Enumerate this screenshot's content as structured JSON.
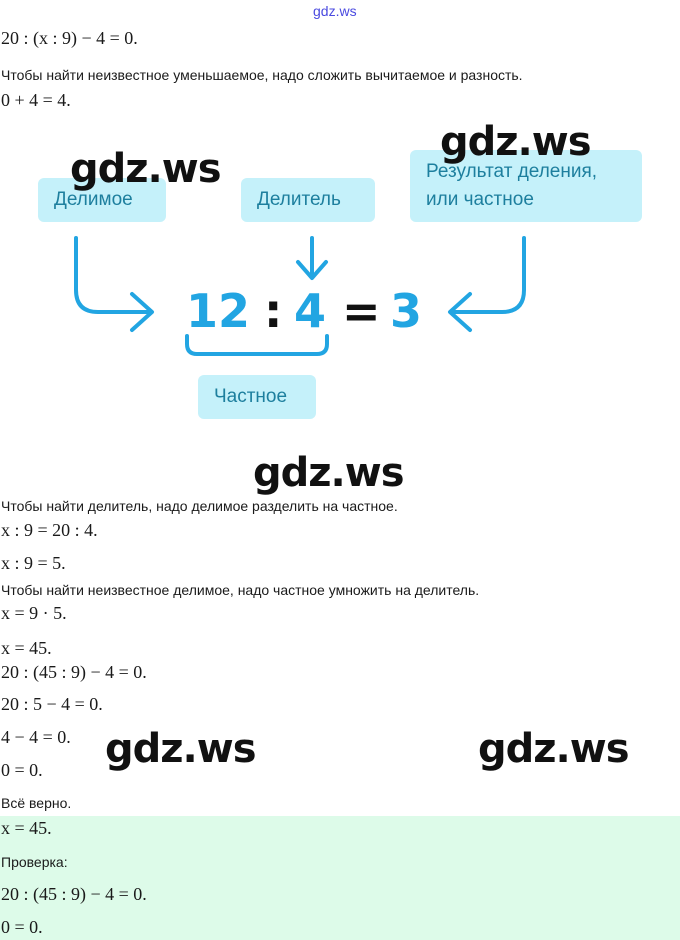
{
  "site_label": "gdz.ws",
  "watermark": "gdz.ws",
  "lines_top": [
    "20 : (x : 9) − 4 = 0.",
    "Чтобы найти неизвестное уменьшаемое, надо сложить вычитаемое и разность.",
    "0 + 4 = 4."
  ],
  "diagram": {
    "dividend": "Делимое",
    "divisor": "Делитель",
    "result": "Результат деления,\nили частное",
    "quotient": "Частное",
    "n1": "12",
    "colon": ":",
    "n2": "4",
    "eq": "=",
    "n3": "3"
  },
  "lines_mid": [
    "Чтобы найти делитель, надо делимое разделить на частное.",
    "x : 9 = 20 : 4.",
    "x : 9 = 5.",
    "Чтобы найти неизвестное делимое, надо частное умножить на делитель.",
    "x = 9 · 5.",
    "x = 45.",
    "20 : (45 : 9) − 4 = 0.",
    "20 : 5 − 4 = 0.",
    "4 − 4 = 0.",
    "0 = 0.",
    "Всё верно."
  ],
  "answer": [
    "x = 45.",
    "Проверка:",
    "20 : (45 : 9) − 4 = 0.",
    "0 = 0."
  ]
}
